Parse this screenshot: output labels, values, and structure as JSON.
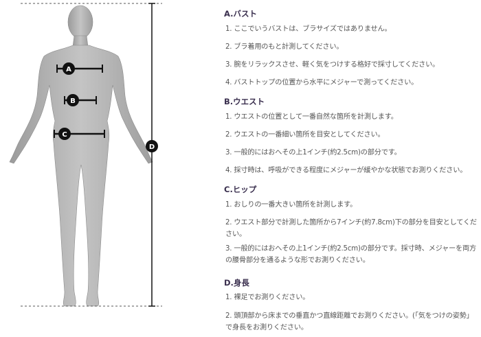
{
  "figure": {
    "markers": [
      {
        "letter": "A",
        "name": "bust"
      },
      {
        "letter": "B",
        "name": "waist"
      },
      {
        "letter": "C",
        "name": "hip"
      },
      {
        "letter": "D",
        "name": "height"
      }
    ]
  },
  "sections": [
    {
      "title": "A.バスト",
      "items": [
        "1. ここでいうバストは、ブラサイズではありません。",
        "2. ブラ着用のもと計測してください。",
        "3. 腕をリラックスさせ、軽く気をつけする格好で採寸してください。",
        "4. バストトップの位置から水平にメジャーで測ってください。"
      ]
    },
    {
      "title": "B.ウエスト",
      "items": [
        "1. ウエストの位置として一番自然な箇所を計測します。",
        "2. ウエストの一番細い箇所を目安としてください。",
        "3. 一般的にはおへその上1インチ(約2.5cm)の部分です。",
        "4. 採寸時は、呼吸ができる程度にメジャーが緩やかな状態でお測りください。"
      ]
    },
    {
      "title": "C.ヒップ",
      "items": [
        "1. おしりの一番大きい箇所を計測します。",
        "2. ウエスト部分で計測した箇所から7インチ(約7.8cm)下の部分を目安としてください。",
        "3. 一般的にはおへその上1インチ(約2.5cm)の部分です。採寸時、メジャーを両方の腰骨部分を通るような形でお測りください。"
      ]
    },
    {
      "title": "D.身長",
      "items": [
        "1. 裸足でお測りください。",
        "2. 頭頂部から床までの垂直かつ直線距離でお測りください。(「気をつけの姿勢」で身長をお測りください。"
      ]
    }
  ]
}
